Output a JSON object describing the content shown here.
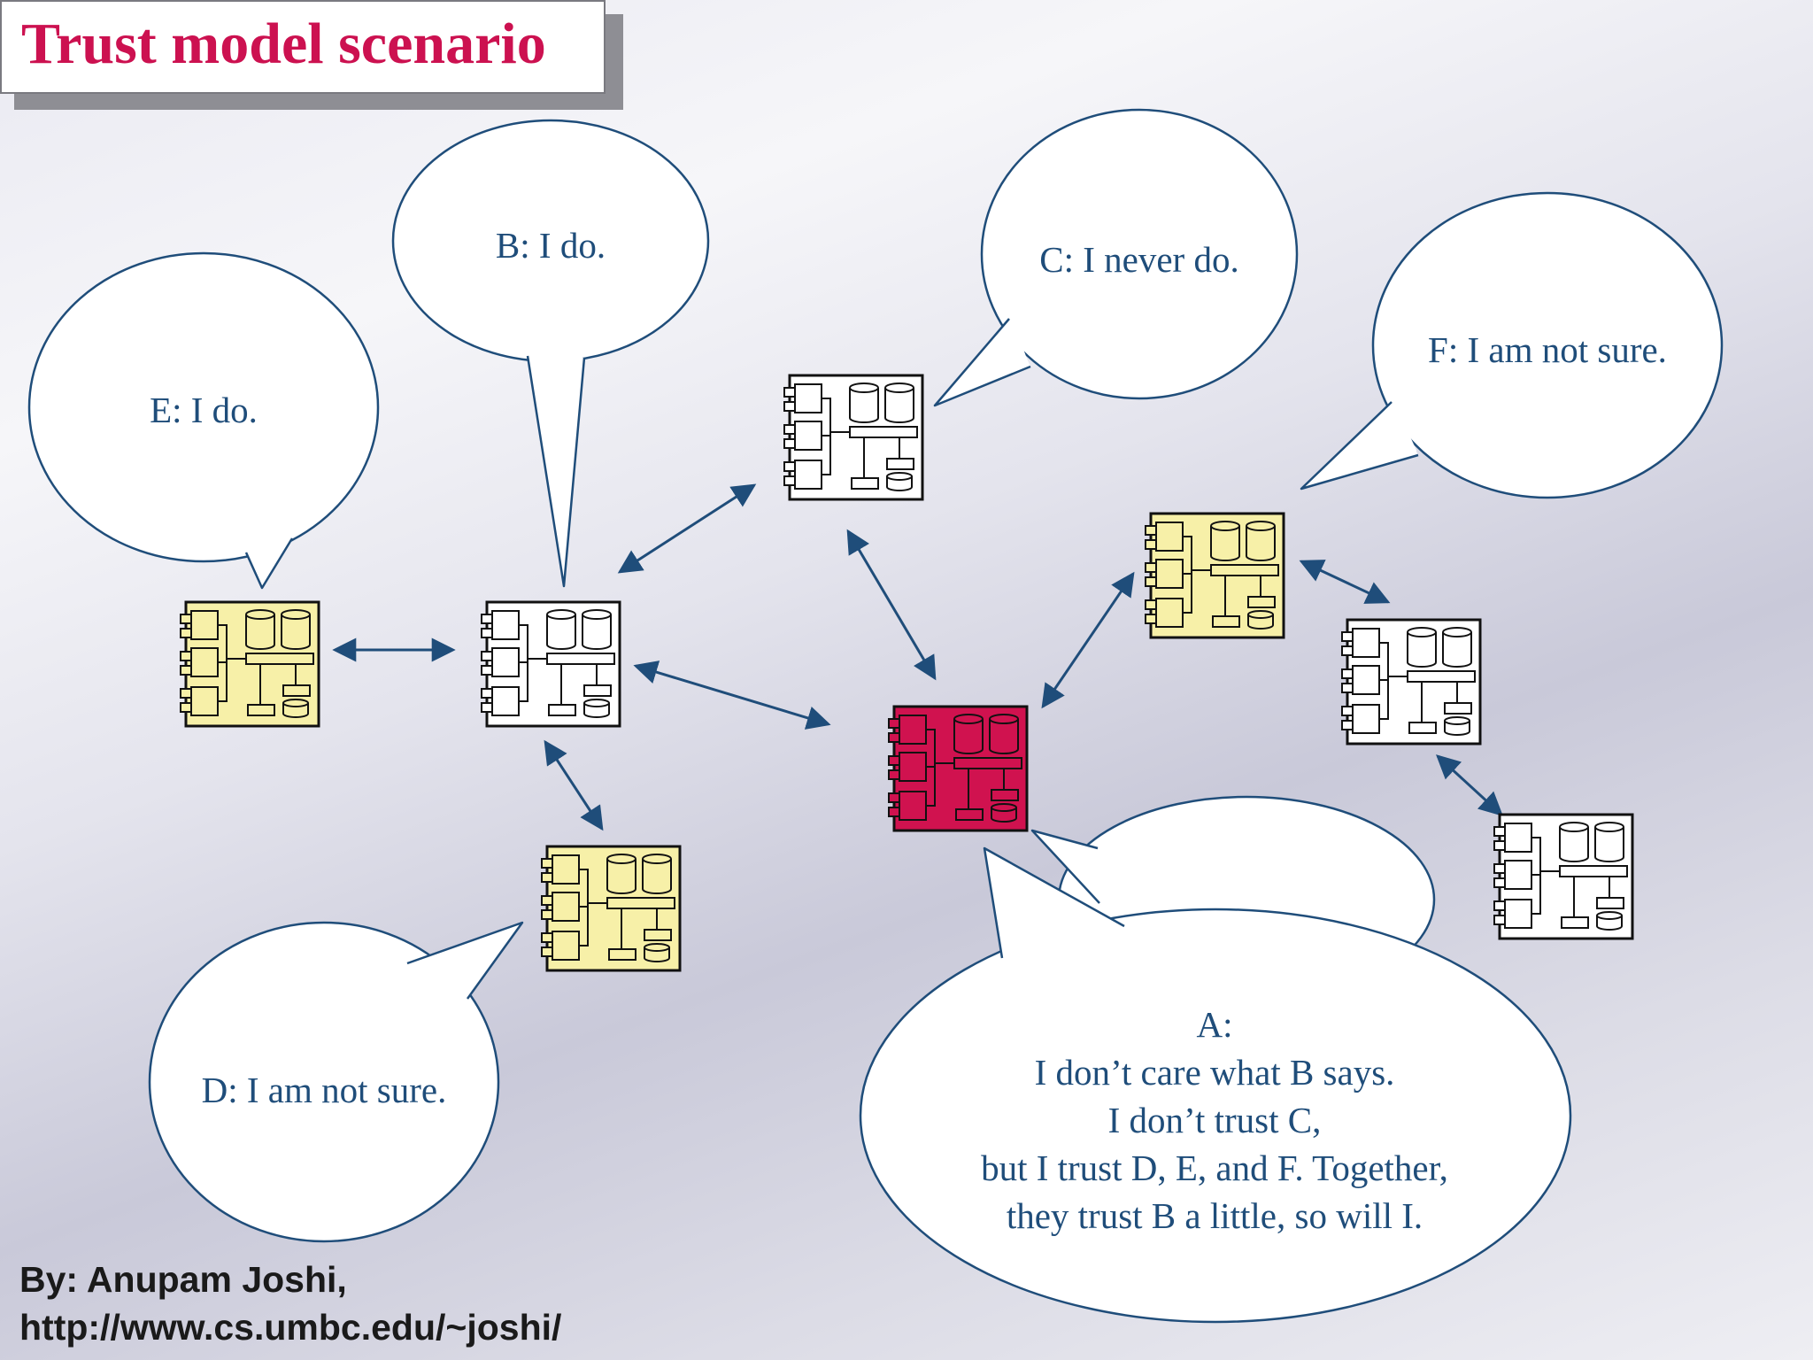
{
  "title": "Trust model scenario",
  "speech": {
    "b": "B: I do.",
    "c": "C: I never do.",
    "e": "E: I do.",
    "f": "F: I am not sure.",
    "d": "D: I am not sure.",
    "a_lines": [
      "A:",
      "I don’t care what B says.",
      "I don’t trust C,",
      "but I trust D, E, and F. Together,",
      "they trust B a little, so will I."
    ]
  },
  "footer": {
    "author": "By: Anupam Joshi,",
    "url": "http://www.cs.umbc.edu/~joshi/"
  },
  "colors": {
    "title": "#cc1150",
    "bubble_text": "#1f4d7a",
    "arrow": "#1f4d7a",
    "agent_yellow": "#f7f0a8",
    "agent_white": "#ffffff",
    "agent_red": "#d0124f"
  }
}
